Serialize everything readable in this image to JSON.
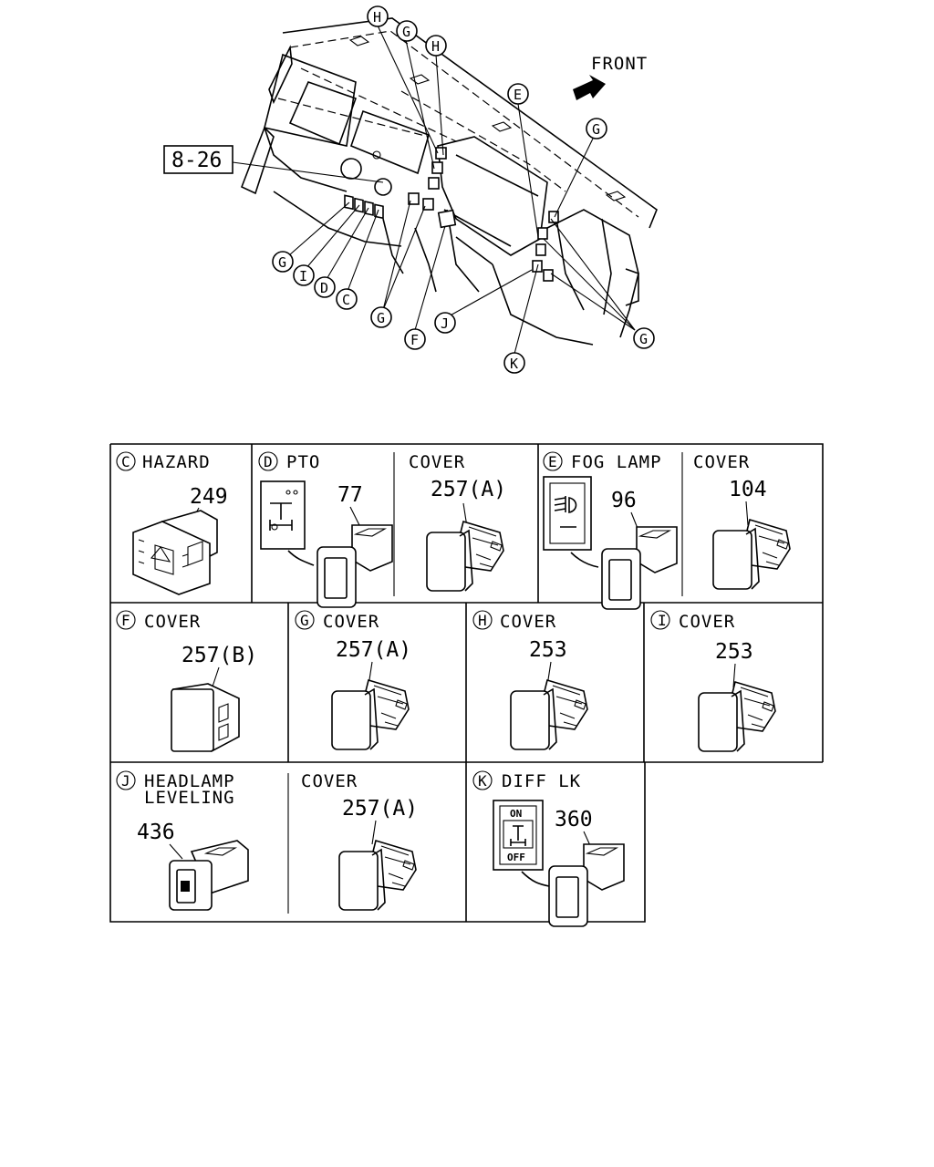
{
  "overview": {
    "front_label": "FRONT",
    "ref_box": "8-26",
    "callouts": {
      "h1": "H",
      "g1": "G",
      "h2": "H",
      "e": "E",
      "g2": "G",
      "g3": "G",
      "i": "I",
      "d": "D",
      "c": "C",
      "g4": "G",
      "f": "F",
      "j": "J",
      "k": "K",
      "g5": "G"
    }
  },
  "parts": {
    "c": {
      "letter": "C",
      "name": "HAZARD",
      "num": "249"
    },
    "d": {
      "letter": "D",
      "name": "PTO",
      "num": "77",
      "cover_label": "COVER",
      "cover_num": "257(A)"
    },
    "e": {
      "letter": "E",
      "name": "FOG LAMP",
      "num": "96",
      "cover_label": "COVER",
      "cover_num": "104"
    },
    "f": {
      "letter": "F",
      "name": "COVER",
      "num": "257(B)"
    },
    "g": {
      "letter": "G",
      "name": "COVER",
      "num": "257(A)"
    },
    "h": {
      "letter": "H",
      "name": "COVER",
      "num": "253"
    },
    "i": {
      "letter": "I",
      "name": "COVER",
      "num": "253"
    },
    "j": {
      "letter": "J",
      "name_line1": "HEADLAMP",
      "name_line2": "LEVELING",
      "num": "436",
      "cover_label": "COVER",
      "cover_num": "257(A)"
    },
    "k": {
      "letter": "K",
      "name": "DIFF LK",
      "num": "360",
      "switch_on": "ON",
      "switch_off": "OFF"
    }
  }
}
